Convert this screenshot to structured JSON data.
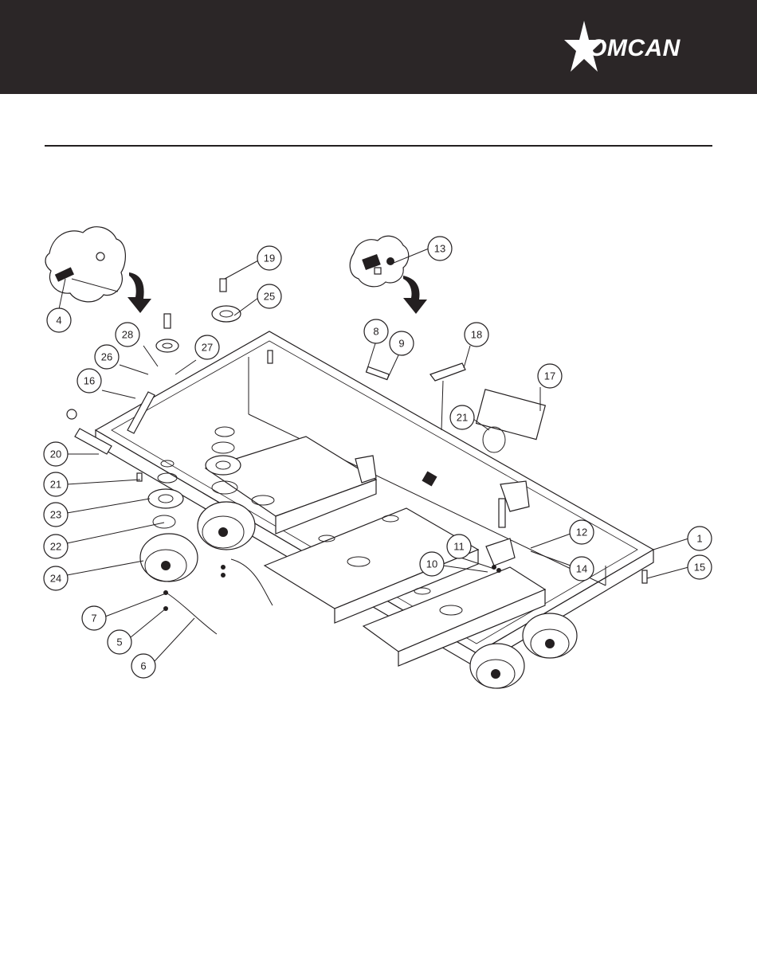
{
  "header": {
    "brand_name": "OMCAN",
    "background_color": "#2b2627",
    "logo_icon": "star-icon"
  },
  "diagram": {
    "callouts": [
      {
        "id": "c4",
        "label": "4"
      },
      {
        "id": "c19",
        "label": "19"
      },
      {
        "id": "c13",
        "label": "13"
      },
      {
        "id": "c25",
        "label": "25"
      },
      {
        "id": "c28",
        "label": "28"
      },
      {
        "id": "c27",
        "label": "27"
      },
      {
        "id": "c8",
        "label": "8"
      },
      {
        "id": "c9",
        "label": "9"
      },
      {
        "id": "c18",
        "label": "18"
      },
      {
        "id": "c26",
        "label": "26"
      },
      {
        "id": "c16",
        "label": "16"
      },
      {
        "id": "c17",
        "label": "17"
      },
      {
        "id": "c21a",
        "label": "21"
      },
      {
        "id": "c20",
        "label": "20"
      },
      {
        "id": "c21b",
        "label": "21"
      },
      {
        "id": "c23",
        "label": "23"
      },
      {
        "id": "c12",
        "label": "12"
      },
      {
        "id": "c1",
        "label": "1"
      },
      {
        "id": "c22",
        "label": "22"
      },
      {
        "id": "c11",
        "label": "11"
      },
      {
        "id": "c15",
        "label": "15"
      },
      {
        "id": "c10",
        "label": "10"
      },
      {
        "id": "c14",
        "label": "14"
      },
      {
        "id": "c24",
        "label": "24"
      },
      {
        "id": "c7",
        "label": "7"
      },
      {
        "id": "c5",
        "label": "5"
      },
      {
        "id": "c6",
        "label": "6"
      }
    ]
  }
}
